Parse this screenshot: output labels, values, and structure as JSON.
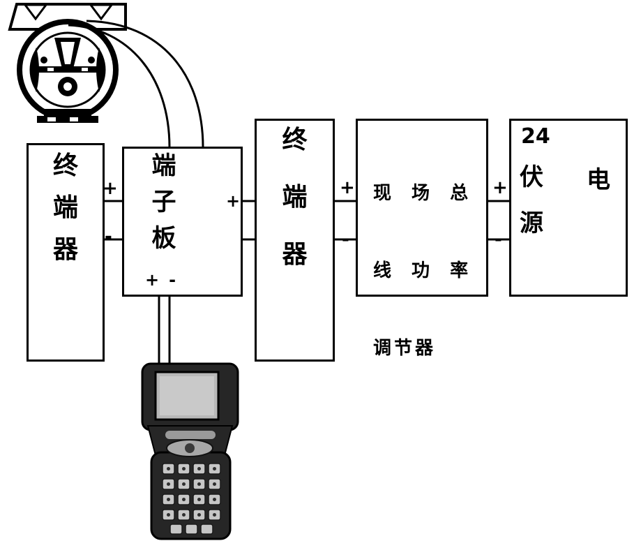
{
  "symbols": {
    "plus": "+",
    "minus": "-"
  },
  "boxes": {
    "terminator_left": {
      "chars": [
        "终",
        "端",
        "器"
      ]
    },
    "terminal_board": {
      "chars": [
        "端",
        "子",
        "板"
      ],
      "terminal_plus": "+",
      "terminal_minus": "-"
    },
    "terminator_mid": {
      "chars": [
        "终",
        "端",
        "器"
      ]
    },
    "power_conditioner": {
      "lines": [
        "现 场 总",
        "线 功 率",
        "调节器"
      ]
    },
    "power_supply": {
      "value": "24",
      "unit_parts": [
        "伏",
        "电",
        "源"
      ]
    }
  },
  "devices": {
    "transmitter": "pressure-transmitter-icon",
    "communicator": "handheld-field-communicator-icon"
  }
}
